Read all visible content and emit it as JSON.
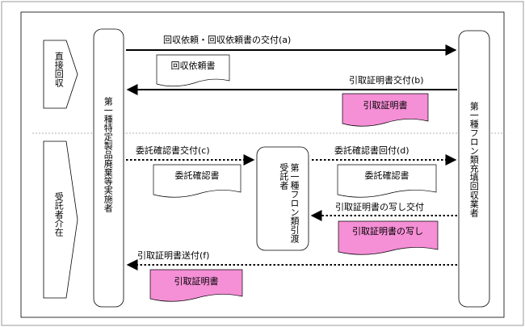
{
  "entities": {
    "direct": "直接回収",
    "consigned": "受託者介在",
    "discharger": "第一種特定製品廃棄等実施者",
    "intermediary": "第一種フロン類引渡受託者",
    "recovery_operator": "第一種フロン類充填回収業者"
  },
  "flows": {
    "a": "回収依頼・回収依頼書の交付(a)",
    "b": "引取証明書交付(b)",
    "c": "委託確認書交付(c)",
    "d": "委託確認書回付(d)",
    "e": "引取証明書の写し交付",
    "f": "引取証明書送付(f)"
  },
  "documents": {
    "request": "回収依頼書",
    "certificate_b": "引取証明書",
    "confirm_c": "委託確認書",
    "confirm_d": "委託確認書",
    "copy_e": "引取証明書の写し",
    "certificate_f": "引取証明書"
  },
  "colors": {
    "pink": "#f58fd6",
    "line": "#000000",
    "divider": "#b0b0b0"
  }
}
